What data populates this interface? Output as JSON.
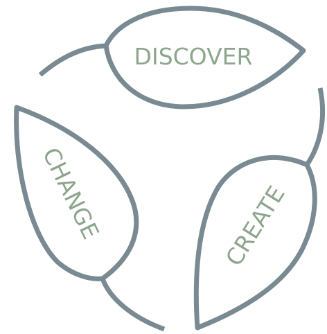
{
  "diagram": {
    "cycle_labels": [
      "DISCOVER",
      "CREATE",
      "CHANGE"
    ],
    "colors": {
      "outline": "#7a8a92",
      "text": "#8da58c",
      "background": "#ffffff"
    }
  }
}
